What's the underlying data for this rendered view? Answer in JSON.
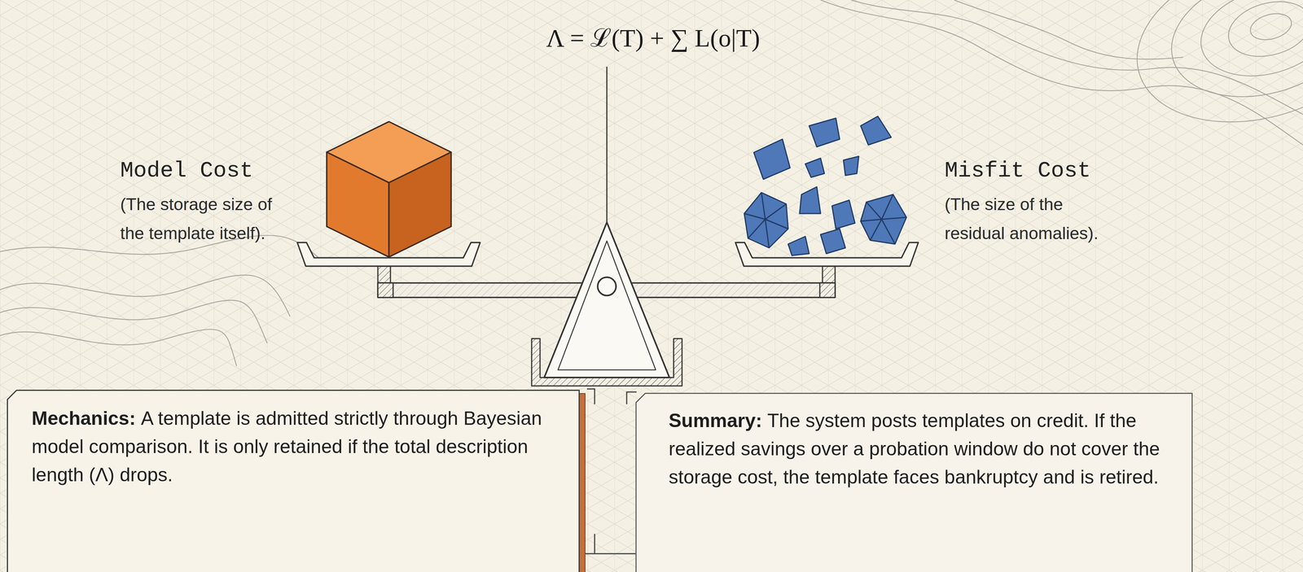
{
  "diagram": {
    "nodes": [
      {
        "text": [
          "Mechanics:",
          "A template is admitted strictly through Bayesian model comparison. It is only retained if the total description length (Λ) drops."
        ]
      },
      {
        "text": [
          "Summary:",
          "The system posts templates on credit. If the realized savings over a probation window do not cover the storage cost, the template faces bankruptcy and is retired."
        ]
      }
    ],
    "edges": [
      {
        "from": 0,
        "to": 1,
        "arrow": "none"
      }
    ],
    "labels": [
      "Λ = ℒ(T) + ∑ L(o|T)",
      "Model Cost",
      "(The storage size of the template itself).",
      "Misfit Cost",
      "(The size of the residual anomalies)."
    ]
  }
}
